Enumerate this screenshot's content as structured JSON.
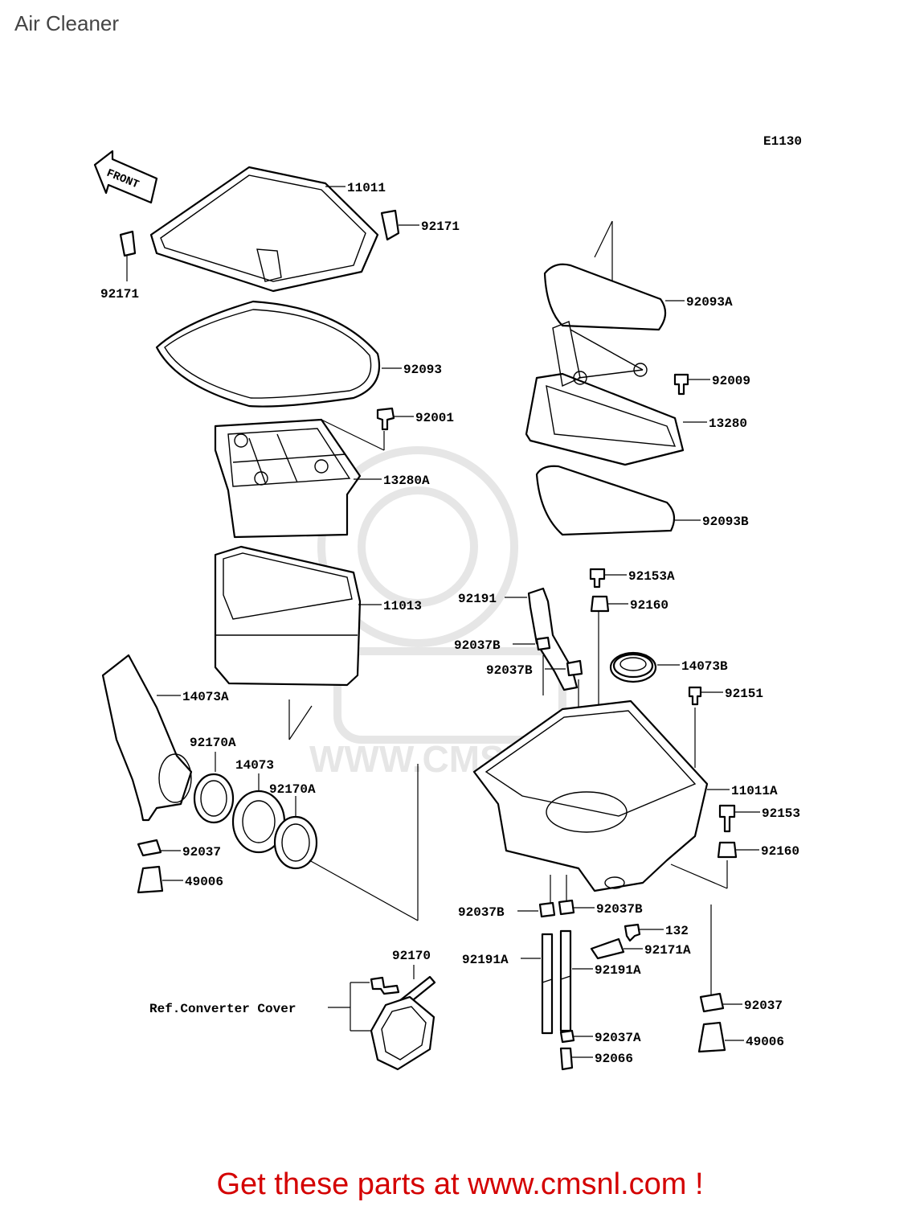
{
  "page": {
    "title": "Air Cleaner"
  },
  "diagram": {
    "code": "E1130",
    "front_label": "FRONT",
    "watermark": "WWW.CMSNL.COM",
    "ref_converter_cover": "Ref.Converter Cover",
    "parts": {
      "p11011": "11011",
      "p92171_top": "92171",
      "p92171_left": "92171",
      "p92093": "92093",
      "p92001": "92001",
      "p13280A": "13280A",
      "p11013": "11013",
      "p14073A": "14073A",
      "p92170A_1": "92170A",
      "p14073": "14073",
      "p92170A_2": "92170A",
      "p92037_left": "92037",
      "p49006_left": "49006",
      "p92093A": "92093A",
      "p92009": "92009",
      "p13280": "13280",
      "p92093B": "92093B",
      "p92153A": "92153A",
      "p92191": "92191",
      "p92160_top": "92160",
      "p92037B_1": "92037B",
      "p92037B_2": "92037B",
      "p14073B": "14073B",
      "p92151": "92151",
      "p11011A": "11011A",
      "p92153": "92153",
      "p92160_bot": "92160",
      "p92037B_3": "92037B",
      "p92037B_4": "92037B",
      "p132": "132",
      "p92191A_1": "92191A",
      "p92171A": "92171A",
      "p92191A_2": "92191A",
      "p92170": "92170",
      "p92037_right": "92037",
      "p49006_right": "49006",
      "p92037A": "92037A",
      "p92066": "92066"
    }
  },
  "footer": {
    "cta": "Get these parts at www.cmsnl.com !"
  }
}
